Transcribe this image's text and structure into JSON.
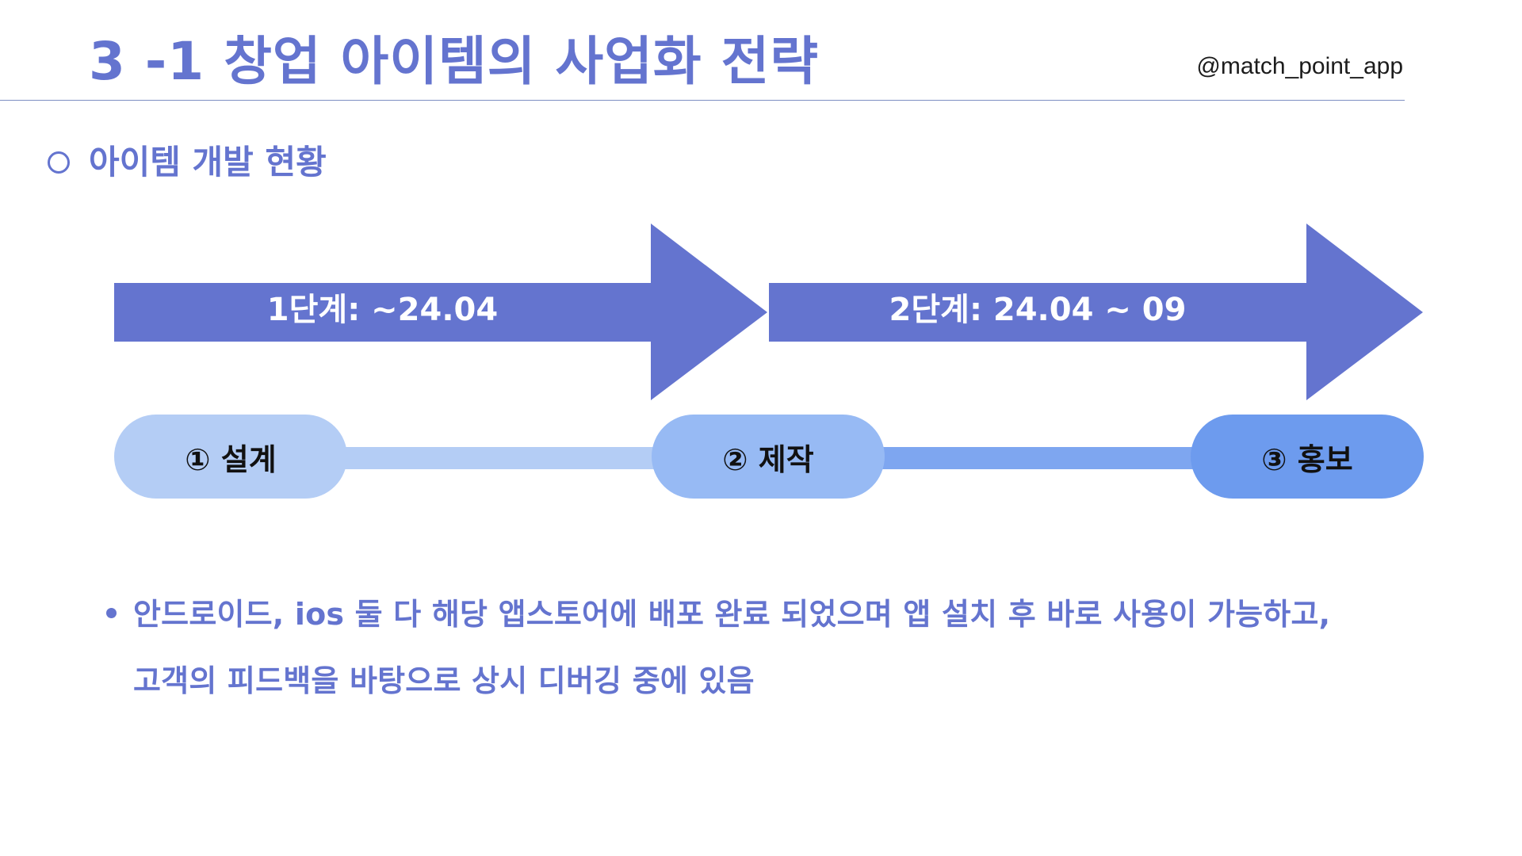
{
  "header": {
    "title": "3 -1 창업 아이템의 사업화 전략",
    "handle": "@match_point_app"
  },
  "section": {
    "icon": "circle-outline-icon",
    "label": "○ 아이템 개발 현황"
  },
  "timeline": {
    "phases": [
      {
        "label": "1단계: ~24.04"
      },
      {
        "label": "2단계: 24.04 ~ 09"
      }
    ],
    "steps": [
      {
        "label": "① 설계",
        "color": "#b4cdf5"
      },
      {
        "label": "② 제작",
        "color": "#97baf4"
      },
      {
        "label": "③ 홍보",
        "color": "#6d9bee"
      }
    ],
    "arrow_color": "#6474cf",
    "connector_colors": [
      "#b4cdf5",
      "#7ea6f0"
    ]
  },
  "note": {
    "line1": "안드로이드, ios 둘 다 해당 앱스토어에 배포 완료 되었으며 앱 설치 후 바로 사용이 가능하고,",
    "line2": "고객의 피드백을 바탕으로 상시 디버깅 중에 있음"
  },
  "colors": {
    "accent": "#6474cf",
    "rule": "#7d8fc2"
  }
}
